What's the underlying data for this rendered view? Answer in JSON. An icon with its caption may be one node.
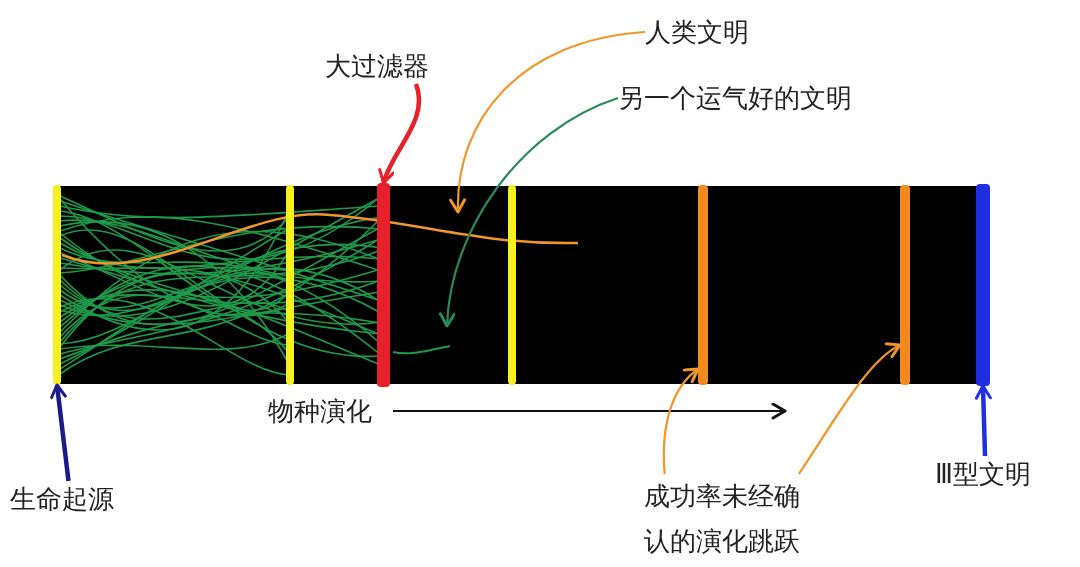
{
  "diagram": {
    "nodes": [
      {
        "text": [
          "大过滤器"
        ]
      },
      {
        "text": [
          "人类文明"
        ]
      },
      {
        "text": [
          "另一个运气好的文明"
        ]
      },
      {
        "text": [],
        "shape": "bar"
      },
      {
        "text": [],
        "shape": "bar"
      },
      {
        "text": [],
        "shape": "bar"
      },
      {
        "text": [],
        "shape": "bar"
      },
      {
        "text": [],
        "shape": "bar"
      },
      {
        "text": [],
        "shape": "bar"
      },
      {
        "text": [],
        "shape": "bar"
      },
      {
        "text": [
          "物种演化"
        ]
      },
      {
        "text": [
          "生命起源"
        ]
      },
      {
        "text": [
          "成功率未经确认的演化跳跃"
        ]
      },
      {
        "text": [
          "Ⅲ型文明"
        ]
      }
    ],
    "edges": [
      {
        "from": 0,
        "to": 5,
        "arrow": "to",
        "style": "thick",
        "color": "#e8202a"
      },
      {
        "from": 1,
        "to": null,
        "arrow": "to",
        "color": "#f0962a"
      },
      {
        "from": 2,
        "to": null,
        "arrow": "to",
        "color": "#2a8a5a"
      },
      {
        "from": 10,
        "to": null,
        "arrow": "to",
        "color": "#111111"
      },
      {
        "from": 11,
        "to": 3,
        "arrow": "to",
        "style": "thick",
        "color": "#1a1a8a"
      },
      {
        "from": 12,
        "to": 7,
        "arrow": "to",
        "color": "#f0962a"
      },
      {
        "from": 12,
        "to": 8,
        "arrow": "to",
        "color": "#f0962a"
      },
      {
        "from": 13,
        "to": 9,
        "arrow": "to",
        "style": "thick",
        "color": "#2030e0"
      }
    ]
  }
}
